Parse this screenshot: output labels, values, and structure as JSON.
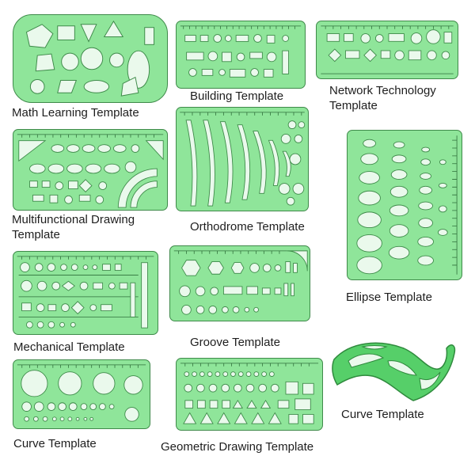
{
  "colors": {
    "template_fill": "#8fe59a",
    "template_edge": "#3f8a4a",
    "cutout": "#eaf9ec",
    "label_text": "#1e1e1e"
  },
  "products": [
    {
      "label": "Math Learning Template"
    },
    {
      "label": "Building Template"
    },
    {
      "label": "Network Technology Template",
      "line1": "Network Technology",
      "line2": "Template"
    },
    {
      "label": "Multifunctional Drawing Template",
      "line1": "Multifunctional Drawing",
      "line2": "Template"
    },
    {
      "label": "Orthodrome Template"
    },
    {
      "label": "Ellipse Template"
    },
    {
      "label": "Mechanical Template"
    },
    {
      "label": "Groove Template"
    },
    {
      "label": "Curve Template"
    },
    {
      "label": "Geometric Drawing Template"
    },
    {
      "label": "Curve Template"
    }
  ]
}
